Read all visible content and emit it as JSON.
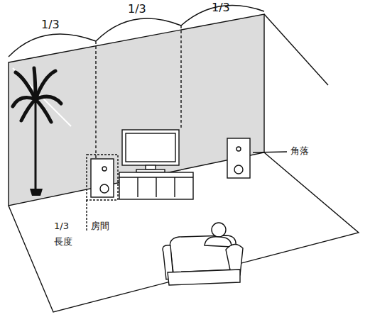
{
  "diagram": {
    "labels": [
      "1/3",
      "1/3",
      "1/3",
      "角落",
      "1/3",
      "房間",
      "長度"
    ]
  }
}
